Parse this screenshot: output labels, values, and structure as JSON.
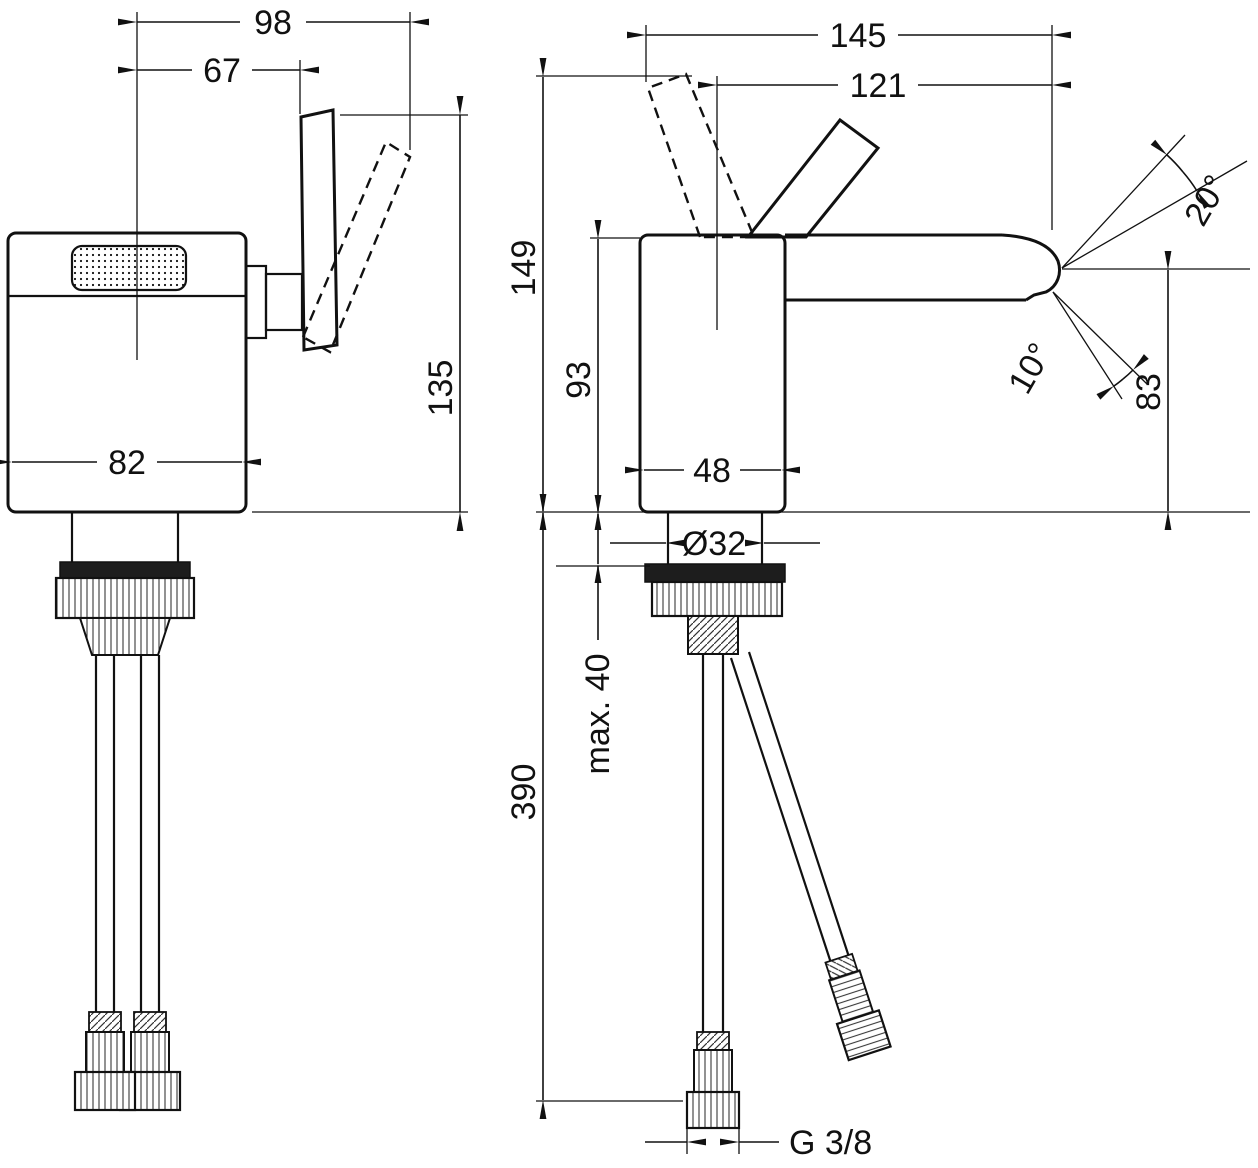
{
  "front_view": {
    "dims": {
      "handle_swing_depth": "98",
      "handle_depth": "67",
      "height": "135",
      "body_width": "82"
    }
  },
  "side_view": {
    "dims": {
      "total_depth": "145",
      "spout_reach": "121",
      "total_height": "149",
      "spout_height": "93",
      "body_depth": "48",
      "shank_diameter": "Ø32",
      "max_deck_thickness": "max. 40",
      "hose_length": "390",
      "outlet_height": "83",
      "handle_angle": "20°",
      "spout_angle": "10°",
      "connection_thread": "G 3/8"
    }
  }
}
